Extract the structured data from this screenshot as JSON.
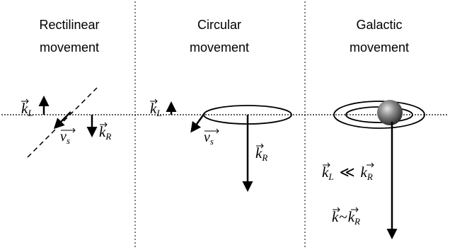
{
  "panels": [
    {
      "title_line1": "Rectilinear",
      "title_line2": "movement",
      "labels": {
        "kL": "k",
        "kL_sub": "L",
        "kR": "k",
        "kR_sub": "R",
        "vs": "v",
        "vs_sub": "s"
      }
    },
    {
      "title_line1": "Circular",
      "title_line2": "movement",
      "labels": {
        "kL": "k",
        "kL_sub": "L",
        "kR": "k",
        "kR_sub": "R",
        "vs": "v",
        "vs_sub": "s"
      }
    },
    {
      "title_line1": "Galactic",
      "title_line2": "movement",
      "labels": {
        "relation1_a": "k",
        "relation1_a_sub": "L",
        "relation1_op": "≪",
        "relation1_b": "k",
        "relation1_b_sub": "R",
        "relation2_a": "k",
        "relation2_op": "~",
        "relation2_b": "k",
        "relation2_b_sub": "R"
      }
    }
  ],
  "colors": {
    "ink": "#000000",
    "planet_light": "#d9d9d9",
    "planet_dark": "#4a4a4a"
  }
}
